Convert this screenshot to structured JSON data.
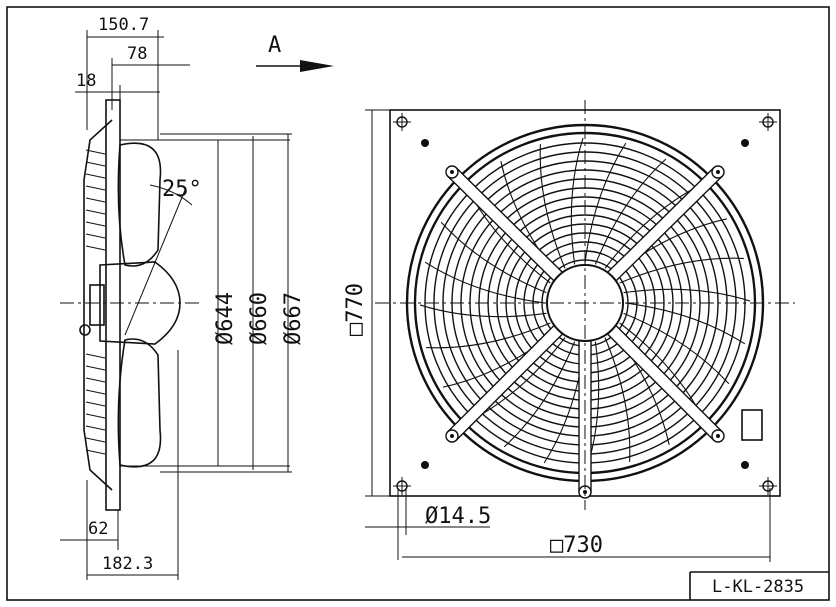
{
  "drawing": {
    "view_arrow_label": "A",
    "reference_code": "L-KL-2835",
    "side_view": {
      "dim_depth_total": "150.7",
      "dim_depth_78": "78",
      "dim_depth_18": "18",
      "dim_angle": "25°",
      "dim_dia_644": "Ø644",
      "dim_dia_660": "Ø660",
      "dim_dia_667": "Ø667",
      "dim_bottom_62": "62",
      "dim_bottom_total": "182.3"
    },
    "front_view": {
      "dim_square_770": "□770",
      "dim_hole": "Ø14.5",
      "dim_square_730": "□730",
      "blade_count": 0,
      "guard_rings": 14
    }
  }
}
